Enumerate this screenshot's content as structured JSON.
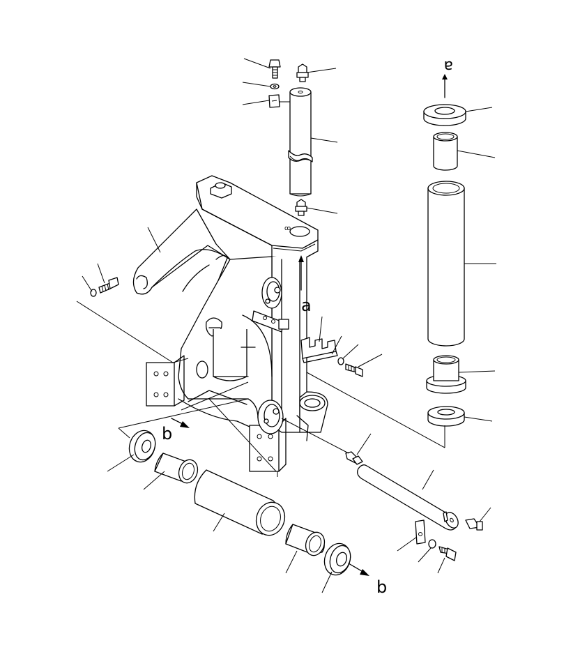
{
  "ref_labels": {
    "a_top": "a",
    "a_mid": "a",
    "b_left": "b",
    "b_right": "b"
  }
}
